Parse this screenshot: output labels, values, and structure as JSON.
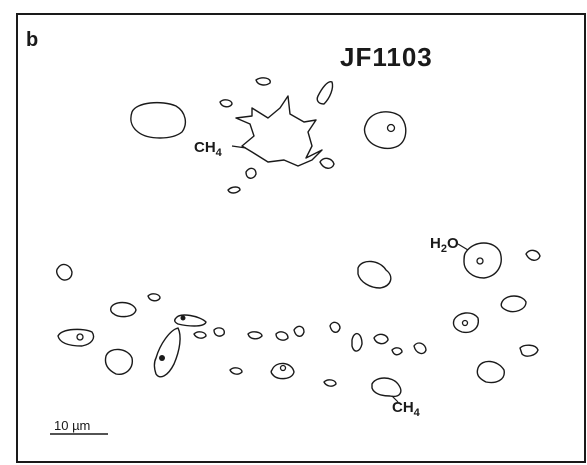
{
  "figure": {
    "panel_label": "b",
    "title": "JF1103",
    "labels": {
      "ch4_top": {
        "main": "CH",
        "sub": "4"
      },
      "h2o": {
        "main": "H",
        "sub": "2",
        "tail": "O"
      },
      "ch4_bottom": {
        "main": "CH",
        "sub": "4"
      }
    },
    "scale_bar": {
      "label": "10 µm"
    }
  }
}
